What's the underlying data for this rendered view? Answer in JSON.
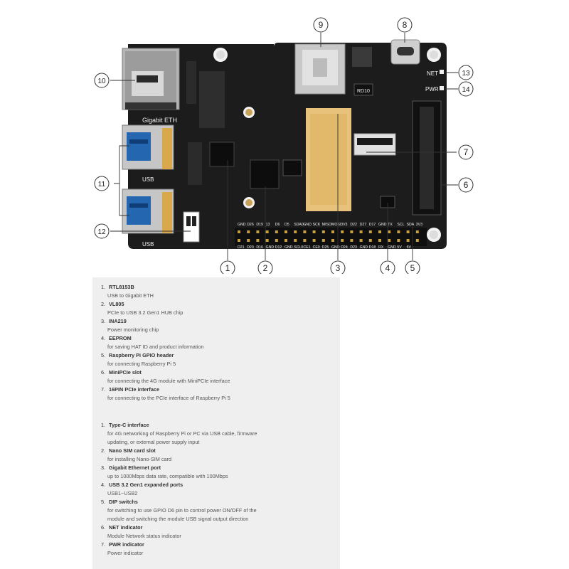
{
  "board": {
    "eth_label": "Gigabit ETH",
    "usb_label_upper": "USB",
    "usb_label_lower": "USB",
    "net_label": "NET",
    "pwr_label": "PWR",
    "chip_marking": "RD10",
    "gpio_top_labels": [
      "GND",
      "D26",
      "D19",
      "13",
      "D6",
      "D5",
      "SDA0",
      "GND",
      "SCK",
      "MISO",
      "MOSI",
      "3V3",
      "D22",
      "D27",
      "D17",
      "GND",
      "TX",
      "SCL",
      "SDA",
      "3V3"
    ],
    "gpio_bottom_labels": [
      "D21",
      "D20",
      "D16",
      "GND",
      "D12",
      "GND",
      "SCL0",
      "CE1",
      "CE0",
      "D25",
      "GND",
      "D24",
      "D23",
      "GND",
      "D18",
      "RX",
      "GND",
      "5V",
      "5V"
    ],
    "callouts": [
      "1",
      "2",
      "3",
      "4",
      "5",
      "6",
      "7",
      "8",
      "9",
      "10",
      "11",
      "12",
      "13",
      "14"
    ],
    "colors": {
      "pcb": "#1c1c1c",
      "pcie_pad": "#e8c27a",
      "callout_line": "#333333"
    }
  },
  "components": [
    {
      "num": "1.",
      "title": "RTL8153B",
      "desc": "USB to Gigabit ETH"
    },
    {
      "num": "2.",
      "title": "VL805",
      "desc": "PCIe to USB 3.2 Gen1 HUB chip"
    },
    {
      "num": "3.",
      "title": "INA219",
      "desc": "Power monitoring chip"
    },
    {
      "num": "4.",
      "title": "EEPROM",
      "desc": "for saving HAT ID and product information"
    },
    {
      "num": "5.",
      "title": "Raspberry Pi GPIO header",
      "desc": "for connecting Raspberry Pi 5"
    },
    {
      "num": "6.",
      "title": "MiniPCIe slot",
      "desc": "for connecting the 4G module with MiniPCIe interface"
    },
    {
      "num": "7.",
      "title": "16PIN PCIe interface",
      "desc": "for connecting to the PCIe interface of Raspberry Pi 5"
    }
  ],
  "interfaces": [
    {
      "num": "1.",
      "title": "Type-C interface",
      "desc_lines": [
        "for 4G networking of Raspberry Pi or PC via USB cable, firmware",
        "updating, or external power supply input"
      ]
    },
    {
      "num": "2.",
      "title": "Nano SIM card slot",
      "desc_lines": [
        "for installing Nano-SIM card"
      ]
    },
    {
      "num": "3.",
      "title": "Gigabit Ethernet port",
      "desc_lines": [
        "up to 1000Mbps data rate, compatible with 100Mbps"
      ]
    },
    {
      "num": "4.",
      "title": "USB 3.2 Gen1 expanded ports",
      "desc_lines": [
        "USB1~USB2"
      ]
    },
    {
      "num": "5.",
      "title": "DIP switchs",
      "desc_lines": [
        "for switching to use GPIO D6 pin to control power ON/OFF of the",
        "module and switching the module USB signal output direction"
      ]
    },
    {
      "num": "6.",
      "title": "NET indicator",
      "desc_lines": [
        "Module Network status indicator"
      ]
    },
    {
      "num": "7.",
      "title": "PWR indicator",
      "desc_lines": [
        "Power indicator"
      ]
    }
  ]
}
